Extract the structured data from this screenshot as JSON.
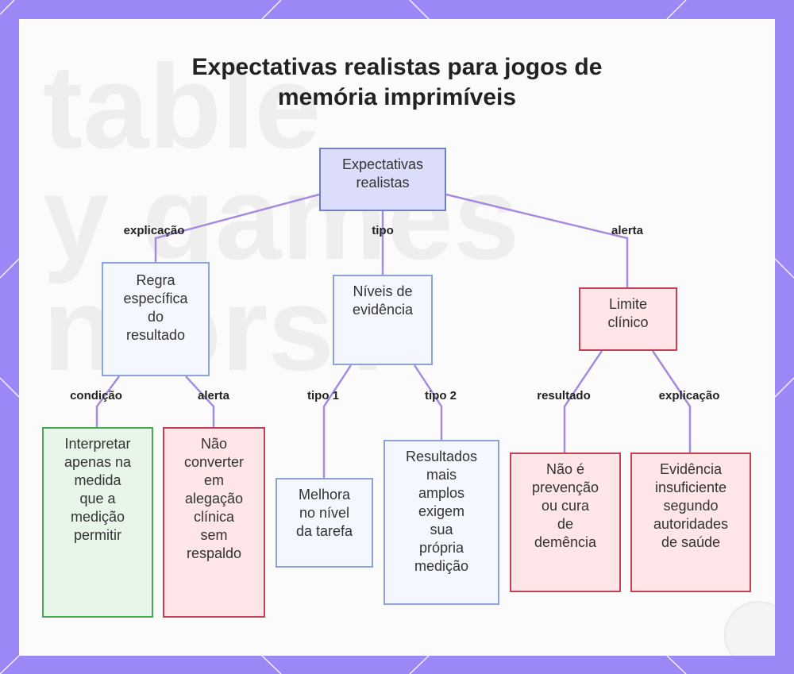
{
  "title": {
    "line1": "Expectativas realistas para jogos de",
    "line2": "memória imprimíveis"
  },
  "nodes": {
    "root": [
      "Expectativas",
      "realistas"
    ],
    "regra": [
      "Regra",
      "específica",
      "do",
      "resultado"
    ],
    "niveis": [
      "Níveis de",
      "evidência"
    ],
    "limite": [
      "Limite",
      "clínico"
    ],
    "interpretar": [
      "Interpretar",
      "apenas na",
      "medida",
      "que a",
      "medição",
      "permitir"
    ],
    "nao_converter": [
      "Não",
      "converter",
      "em",
      "alegação",
      "clínica",
      "sem",
      "respaldo"
    ],
    "melhora": [
      "Melhora",
      "no nível",
      "da tarefa"
    ],
    "resultados": [
      "Resultados",
      "mais",
      "amplos",
      "exigem",
      "sua",
      "própria",
      "medição"
    ],
    "nao_prevencao": [
      "Não é",
      "prevenção",
      "ou cura",
      "de",
      "demência"
    ],
    "evidencia": [
      "Evidência",
      "insuficiente",
      "segundo",
      "autoridades",
      "de saúde"
    ]
  },
  "edge_labels": {
    "explicacao_top": "explicação",
    "tipo_top": "tipo",
    "alerta_top": "alerta",
    "condicao": "condição",
    "alerta_left": "alerta",
    "tipo1": "tipo 1",
    "tipo2": "tipo 2",
    "resultado": "resultado",
    "explicacao_right": "explicação"
  },
  "background_text": "table\ny games\nniors?",
  "colors": {
    "frame": "#9b87f5",
    "edge": "#a58be0",
    "root_fill": "#dcdcfb",
    "blue_border": "#8aa4d8",
    "red_border": "#c73e55",
    "green_border": "#45a955"
  }
}
